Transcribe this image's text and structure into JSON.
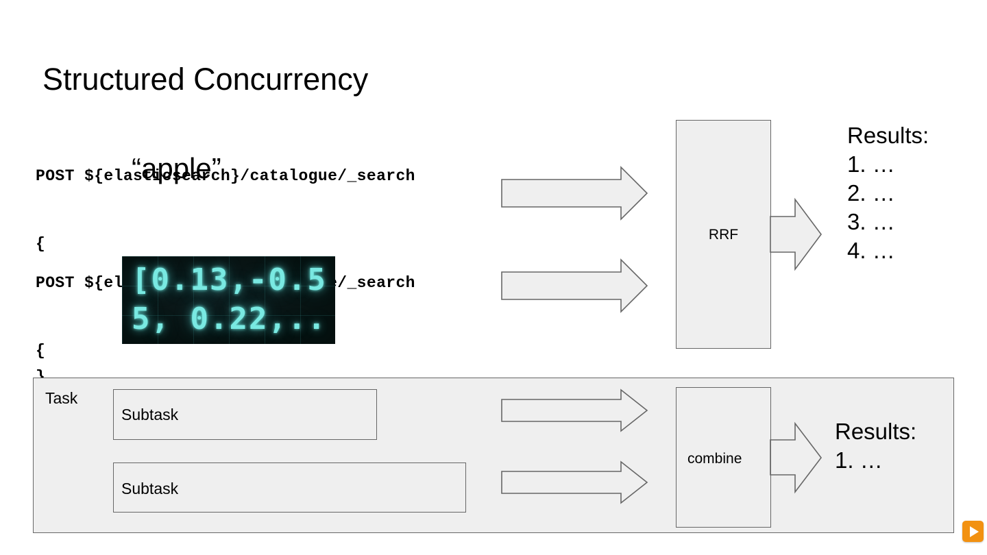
{
  "slide": {
    "title": "Structured Concurrency",
    "background_color": "#FFFFFF"
  },
  "code_blocks": [
    {
      "name": "lexical-query",
      "line_1": "POST ${elasticsearch}/catalogue/_search",
      "line_2": "{",
      "line_3": "}",
      "overlay_term": "“apple”"
    },
    {
      "name": "vector-query",
      "line_1": "POST ${elasticsearch}/catalogue/_search",
      "line_2": "{",
      "line_3": "}",
      "overlay_vector": "[0.13,-0.55, 0.22,.."
    }
  ],
  "embedding_image": {
    "text": "[0.13,-0.55, 0.22,..",
    "text_color": "#79E9E2",
    "background_color": "#05100F",
    "grid_color": "#3C9696"
  },
  "diagram_top": {
    "rrf_box_label": "RRF",
    "arrows": [
      {
        "name": "lexical-to-rrf",
        "style": "filled"
      },
      {
        "name": "vector-to-rrf",
        "style": "filled"
      },
      {
        "name": "rrf-to-results",
        "style": "filled"
      }
    ],
    "results": {
      "heading": "Results:",
      "items": [
        "1. …",
        "2. …",
        "3. …",
        "4. …"
      ]
    }
  },
  "diagram_bottom": {
    "task_label": "Task",
    "subtasks": [
      "Subtask",
      "Subtask"
    ],
    "combine_box_label": "combine",
    "arrows": [
      {
        "name": "subtask-1-to-combine",
        "style": "open"
      },
      {
        "name": "subtask-2-to-combine",
        "style": "open"
      },
      {
        "name": "combine-to-results",
        "style": "open"
      }
    ],
    "results": {
      "heading": "Results:",
      "items": [
        "1. …"
      ]
    }
  },
  "controls": {
    "play_button_color": "#F29111",
    "play_button_glyph": "▶"
  },
  "shape_colors": {
    "fill": "#EFEFEF",
    "stroke": "#666666",
    "text": "#000000"
  }
}
